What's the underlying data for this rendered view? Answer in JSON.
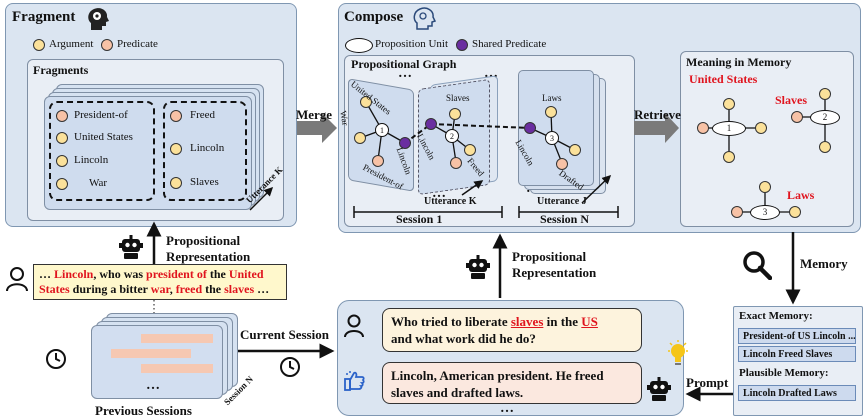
{
  "fragment": {
    "title": "Fragment",
    "legend_argument": "Argument",
    "legend_predicate": "Predicate",
    "fragments_label": "Fragments",
    "group1": [
      "President-of",
      "United States",
      "Lincoln",
      "War"
    ],
    "group2": [
      "Freed",
      "Lincoln",
      "Slaves"
    ],
    "utterance_k": "Utterance K"
  },
  "compose": {
    "title": "Compose",
    "legend_unit": "Proposition Unit",
    "legend_shared": "Shared Predicate",
    "graph_label": "Propositional Graph",
    "ellipsis": "…",
    "g1_labels": [
      "United States",
      "War",
      "Lincoln",
      "President-of"
    ],
    "g2_labels": [
      "Slaves",
      "Lincoln",
      "Freed"
    ],
    "g3_labels": [
      "Laws",
      "Lincoln",
      "Drafted"
    ],
    "node1": "1",
    "node2": "2",
    "node3": "3",
    "utterance_k": "Utterance K",
    "utterance_j": "Utterance J",
    "session1": "Session 1",
    "sessionN": "Session N"
  },
  "meaning": {
    "title": "Meaning in Memory",
    "us": "United States",
    "slaves": "Slaves",
    "laws": "Laws",
    "n1": "1",
    "n2": "2",
    "n3": "3"
  },
  "arrows": {
    "merge": "Merge",
    "retrieve": "Retrieve",
    "memory": "Memory",
    "prompt": "Prompt",
    "current_session": "Current Session",
    "prop_rep_left_1": "Propositional",
    "prop_rep_left_2": "Representation",
    "prop_rep_mid_1": "Propositional",
    "prop_rep_mid_2": "Representation"
  },
  "sentence": {
    "p1": "… ",
    "lincoln": "Lincoln",
    "p2": ", who was ",
    "pres": "president of",
    "p3": " the ",
    "united": "United",
    "states": "States",
    "p4": " during a bitter ",
    "war": "war",
    "p5": ", ",
    "freed": "freed",
    "p6": " the ",
    "slaves": "slaves",
    "p7": " …"
  },
  "previous": {
    "label": "Previous Sessions",
    "session_n": "Session N",
    "ellipsis": "…"
  },
  "dialog": {
    "q1": "Who tried to liberate ",
    "q_slaves": "slaves",
    "q2": " in the ",
    "q_us": "US",
    "q3": "and what work did he do?",
    "answer": "Lincoln, American president. He freed slaves and drafted laws.",
    "ellipsis": "…"
  },
  "memory_box": {
    "exact_label": "Exact Memory:",
    "exact1": "President-of  US Lincoln ...",
    "exact2": "Lincoln Freed Slaves",
    "plausible_label": "Plausible Memory:",
    "plausible1": "Lincoln Drafted Laws"
  },
  "colors": {
    "panel": "#dbe5f1",
    "argument": "#fbe19a",
    "predicate": "#f7c2a6",
    "shared": "#6a2ea0",
    "highlight": "#e0141e",
    "sentence_bg": "#fff8cc"
  }
}
